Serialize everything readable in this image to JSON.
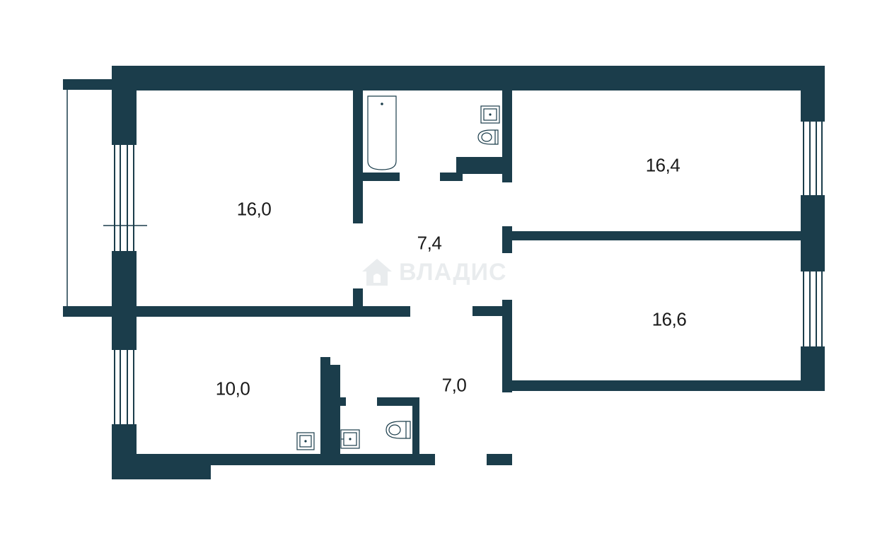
{
  "plan": {
    "rooms": [
      {
        "id": "room-left-top",
        "area": "16,0"
      },
      {
        "id": "room-right-top",
        "area": "16,4"
      },
      {
        "id": "hall",
        "area": "7,4"
      },
      {
        "id": "room-right-bottom",
        "area": "16,6"
      },
      {
        "id": "room-left-bottom",
        "area": "10,0"
      },
      {
        "id": "corridor",
        "area": "7,0"
      }
    ],
    "watermark": {
      "text": "ВЛАДИС",
      "icon": "house-logo-icon"
    },
    "colors": {
      "wall": "#1b3d4b",
      "background": "#ffffff"
    }
  }
}
